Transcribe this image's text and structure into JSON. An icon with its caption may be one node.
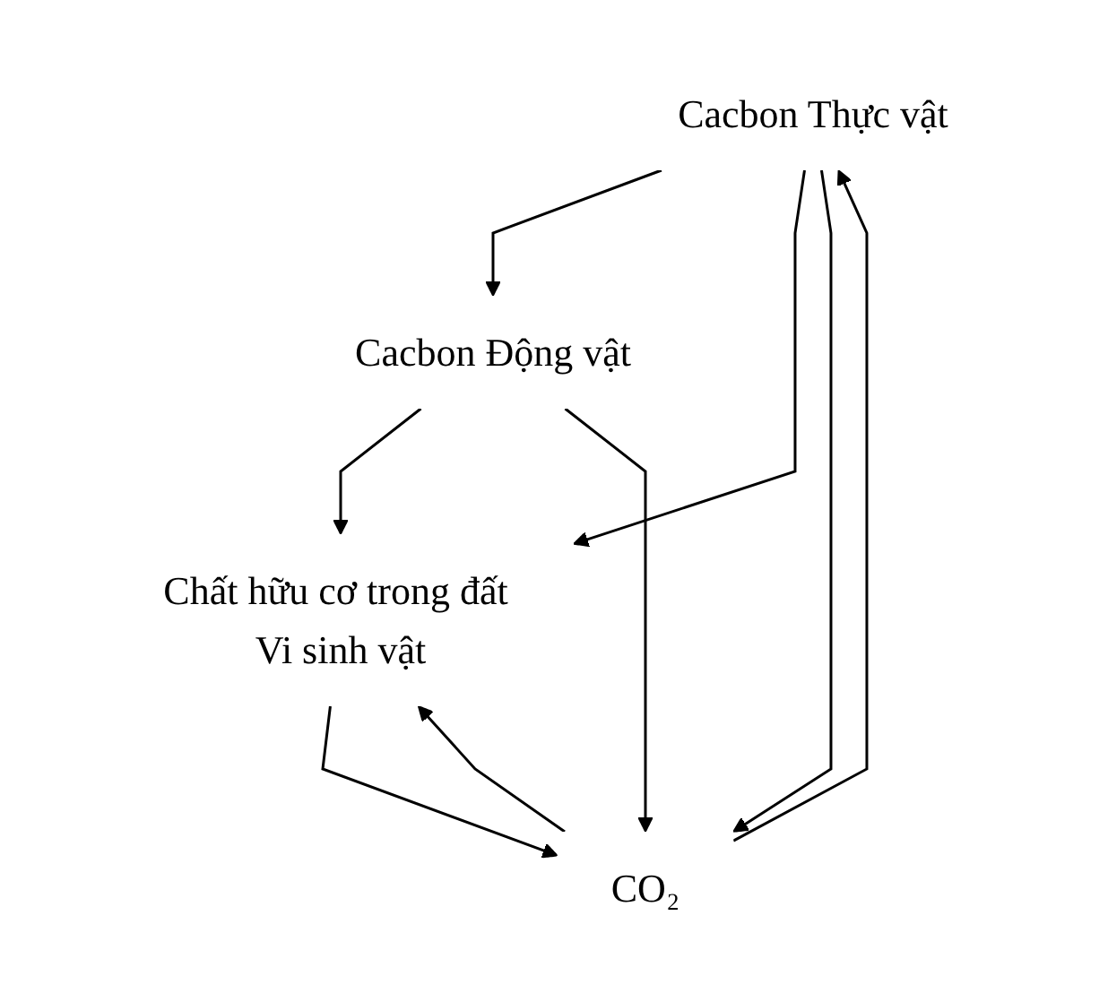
{
  "diagram": {
    "nodes": [
      {
        "text": [
          "Cacbon Thực vật"
        ]
      },
      {
        "text": [
          "Cacbon Động vật"
        ]
      },
      {
        "text": [
          "Chất hữu cơ trong đất Vi sinh vật"
        ]
      },
      {
        "text": [
          "CO₂"
        ]
      }
    ],
    "edges": [
      {
        "from": 0,
        "to": 1,
        "arrow": "to"
      },
      {
        "from": 0,
        "to": 2,
        "arrow": "to"
      },
      {
        "from": 1,
        "to": 2,
        "arrow": "to"
      },
      {
        "from": 0,
        "to": 3,
        "arrow": "to"
      },
      {
        "from": 3,
        "to": 0,
        "arrow": "to"
      },
      {
        "from": 2,
        "to": 3,
        "arrow": "to"
      },
      {
        "from": 3,
        "to": 2,
        "arrow": "to"
      },
      {
        "from": 1,
        "to": 3,
        "arrow": "to"
      }
    ]
  }
}
